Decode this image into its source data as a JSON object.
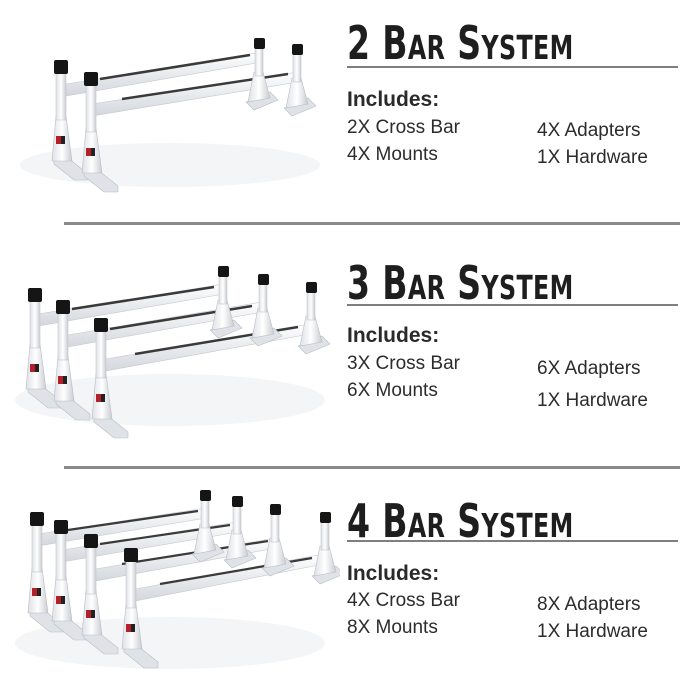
{
  "colors": {
    "heading_text": "#1e1e1e",
    "body_text": "#2c2c2c",
    "rule": "#7f7f7f",
    "rack_white": "#f2f3f5",
    "rack_shadow": "#c9ccd2",
    "cap_black": "#151515",
    "strip_dark": "#3a3a3a",
    "logo_red": "#b3202a"
  },
  "sections": [
    {
      "heading_num": "2",
      "heading_B": "B",
      "heading_ar": "AR",
      "heading_S": "S",
      "heading_ystem": "YSTEM",
      "includes_label": "Includes:",
      "left_items": [
        "2X Cross Bar",
        "4X Mounts"
      ],
      "right_items": [
        "4X Adapters",
        "1X Hardware"
      ],
      "image_icon": "ladder-rack-2-bar-image"
    },
    {
      "heading_num": "3",
      "heading_B": "B",
      "heading_ar": "AR",
      "heading_S": "S",
      "heading_ystem": "YSTEM",
      "includes_label": "Includes:",
      "left_items": [
        "3X Cross Bar",
        "6X Mounts"
      ],
      "right_items": [
        "6X Adapters",
        "1X Hardware"
      ],
      "image_icon": "ladder-rack-3-bar-image"
    },
    {
      "heading_num": "4",
      "heading_B": "B",
      "heading_ar": "AR",
      "heading_S": "S",
      "heading_ystem": "YSTEM",
      "includes_label": "Includes:",
      "left_items": [
        "4X Cross Bar",
        "8X Mounts"
      ],
      "right_items": [
        "8X Adapters",
        "1X Hardware"
      ],
      "image_icon": "ladder-rack-4-bar-image"
    }
  ]
}
